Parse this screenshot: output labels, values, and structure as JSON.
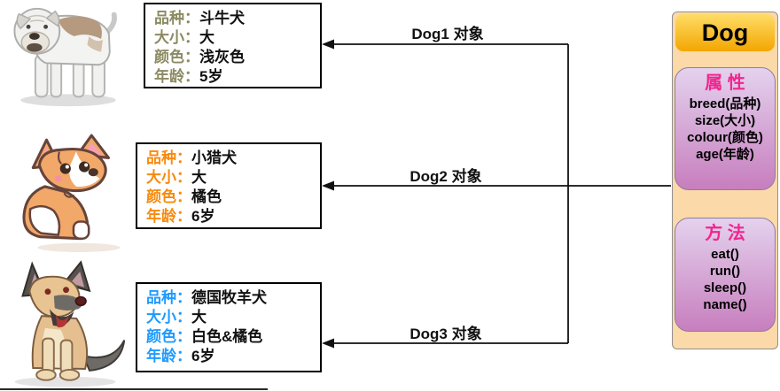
{
  "colon": "：",
  "arrows": {
    "labels": [
      "Dog1  对象",
      "Dog2 对象",
      "Dog3 对象"
    ],
    "line_color": "#111111"
  },
  "objects": [
    {
      "image": "bulldog-illustration",
      "label_color": "#8B8A62",
      "fields": [
        {
          "label": "品种",
          "value": "斗牛犬"
        },
        {
          "label": "大小",
          "value": "大"
        },
        {
          "label": "颜色",
          "value": "浅灰色"
        },
        {
          "label": "年龄",
          "value": "5岁"
        }
      ]
    },
    {
      "image": "corgi-illustration",
      "label_color": "#F88A0D",
      "fields": [
        {
          "label": "品种",
          "value": "小猎犬"
        },
        {
          "label": "大小",
          "value": "大"
        },
        {
          "label": "颜色",
          "value": "橘色"
        },
        {
          "label": "年龄",
          "value": "6岁"
        }
      ]
    },
    {
      "image": "german-shepherd-illustration",
      "label_color": "#1E9AFF",
      "fields": [
        {
          "label": "品种",
          "value": "德国牧羊犬"
        },
        {
          "label": "大小",
          "value": "大"
        },
        {
          "label": "颜色",
          "value": "白色&橘色"
        },
        {
          "label": "年龄",
          "value": "6岁"
        }
      ]
    }
  ],
  "class_panel": {
    "title": "Dog",
    "attributes_title": "属 性",
    "attributes": [
      "breed(品种)",
      "size(大小)",
      "colour(颜色)",
      "age(年龄)"
    ],
    "methods_title": "方 法",
    "methods": [
      "eat()",
      "run()",
      "sleep()",
      "name()"
    ],
    "colors": {
      "panel_bg": "#FBD9A9",
      "panel_border": "#8F8F8F",
      "title_bg_top": "#FFDC66",
      "title_bg_bottom": "#F3A600",
      "section_bg_top": "#E4D2EE",
      "section_bg_bottom": "#C77EBE",
      "section_border": "#8F7D9C",
      "section_title_color": "#F0268E"
    }
  }
}
